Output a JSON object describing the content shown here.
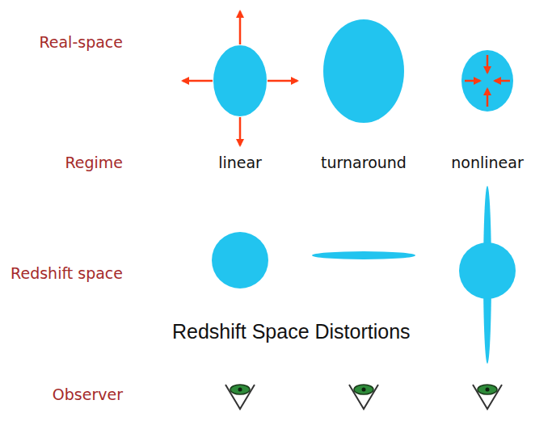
{
  "diagram": {
    "labels": [
      "Real-space",
      "Regime",
      "linear",
      "turnaround",
      "nonlinear",
      "Redshift space",
      "Redshift Space Distortions",
      "Observer"
    ]
  }
}
